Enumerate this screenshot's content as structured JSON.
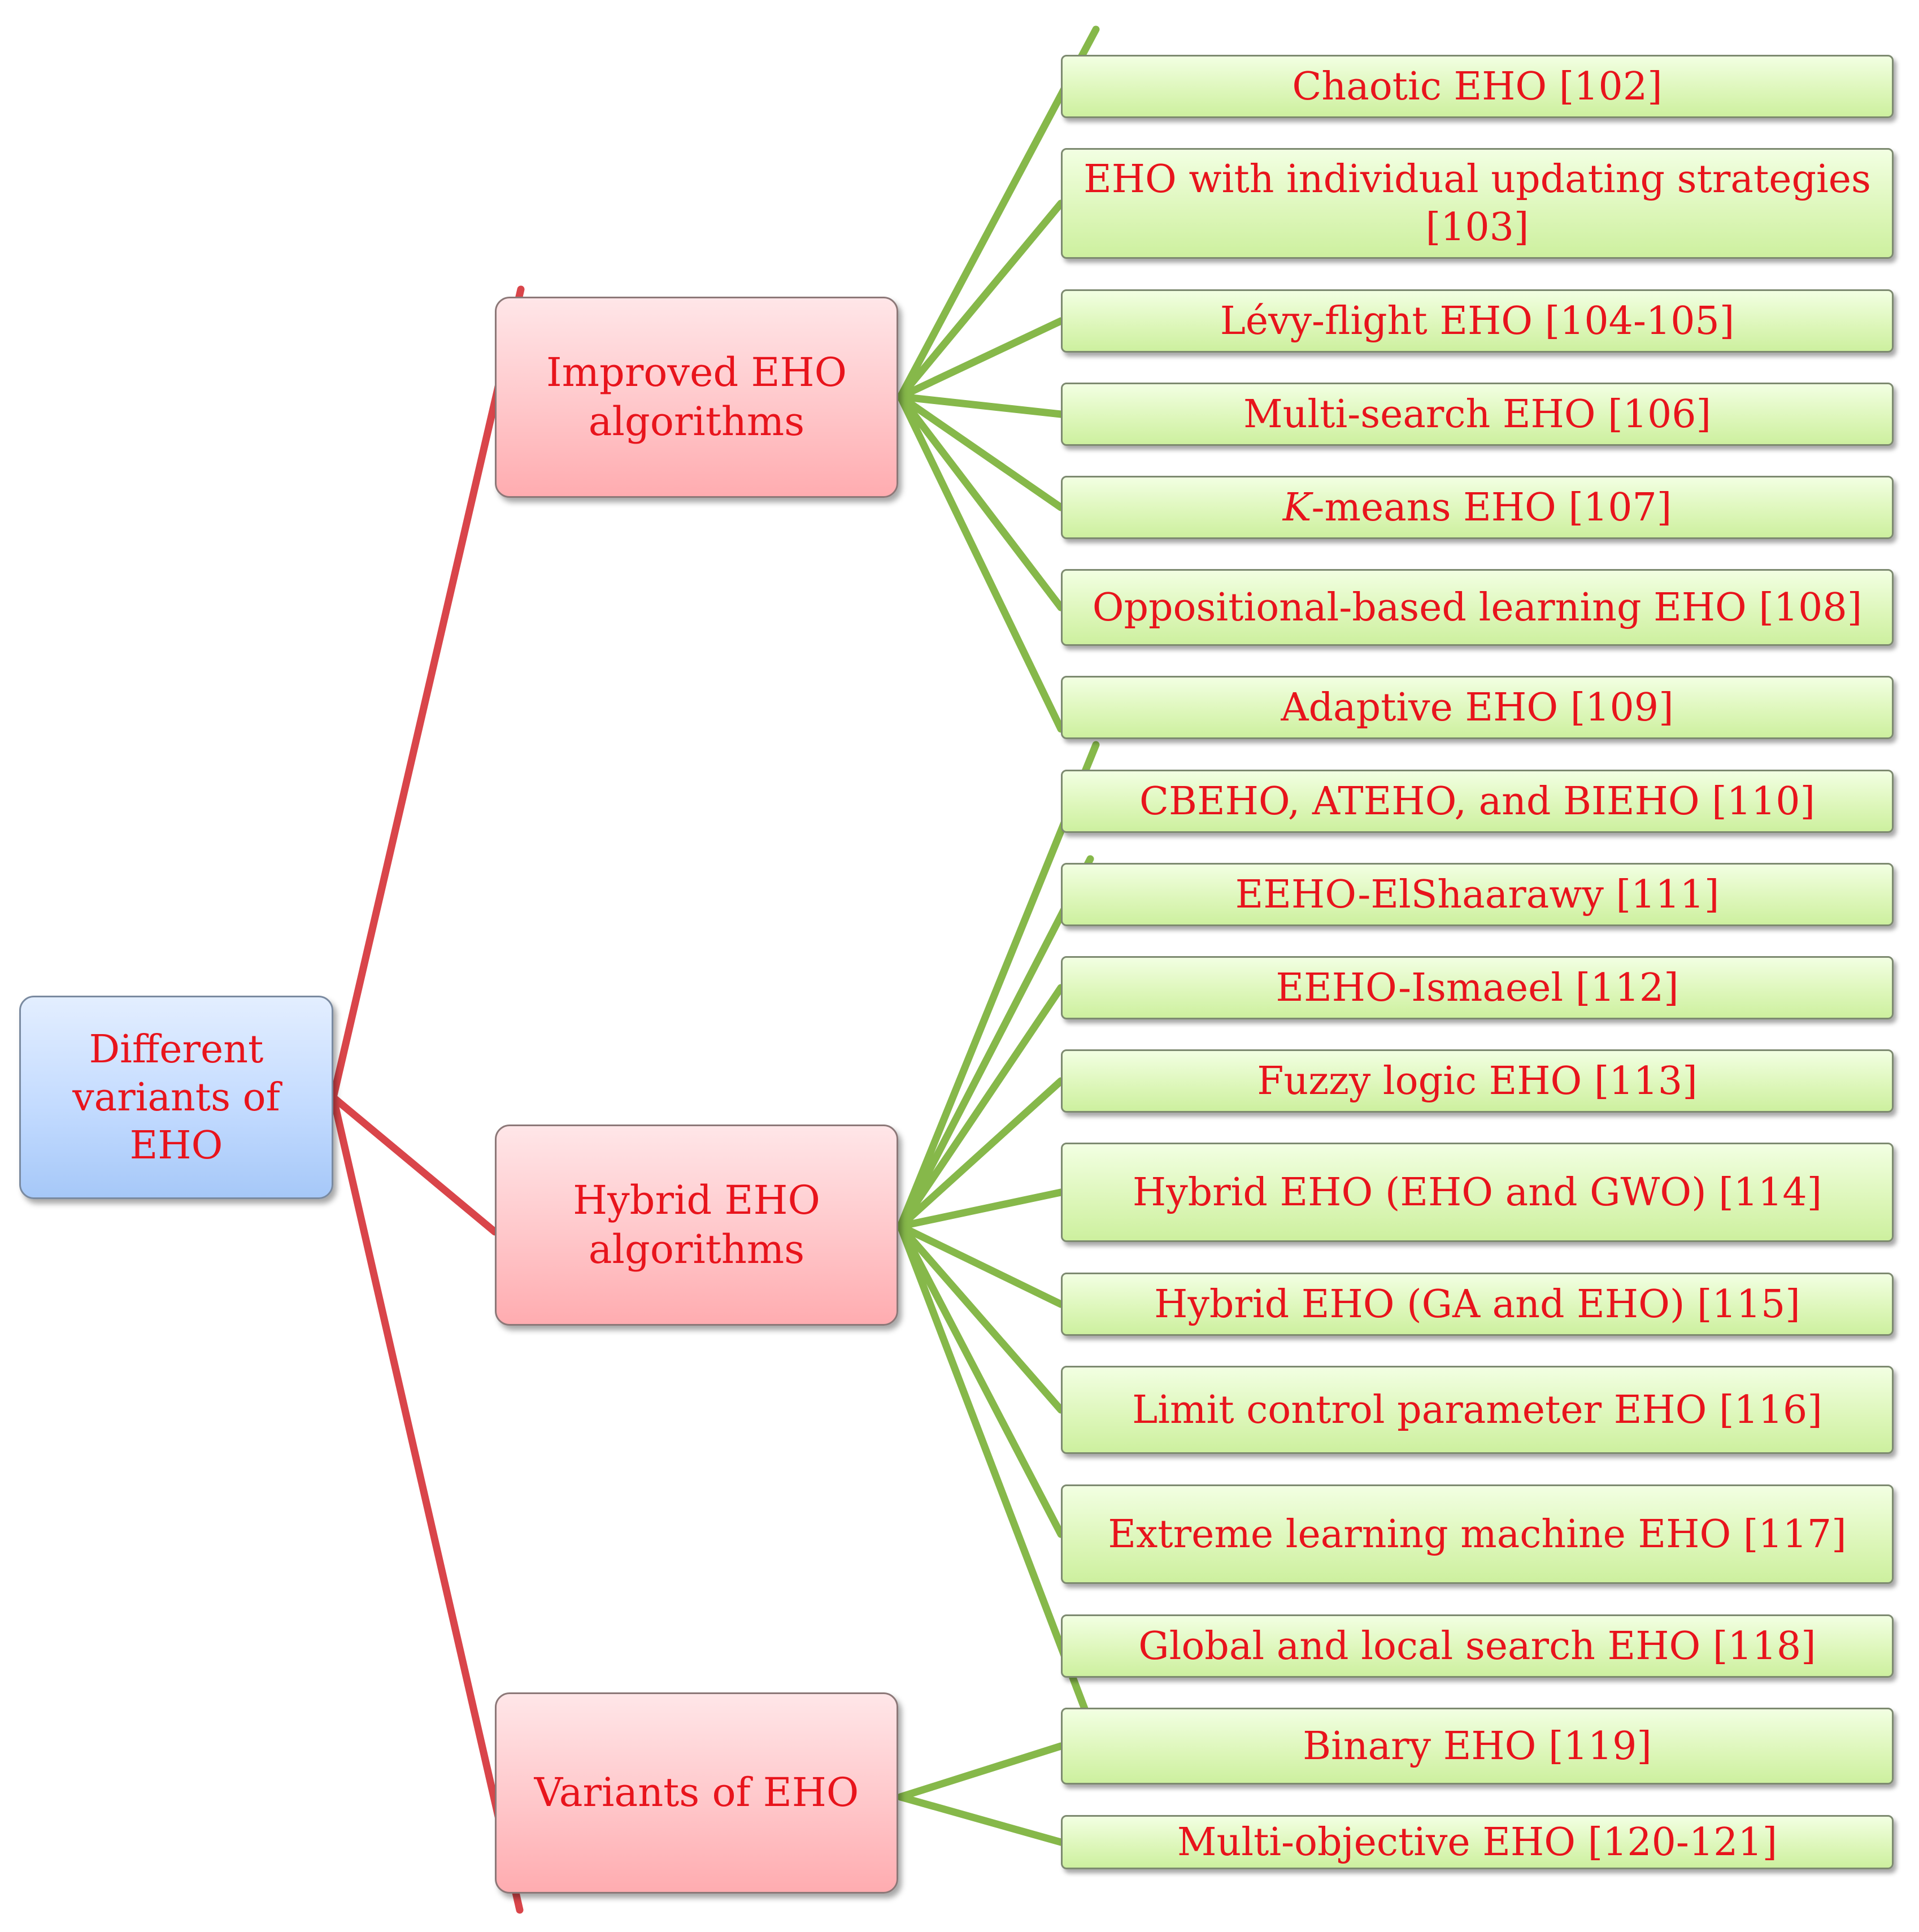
{
  "root": {
    "label_line1": "Different",
    "label_line2": "variants of",
    "label_line3": "EHO"
  },
  "groups": [
    {
      "label_line1": "Improved EHO",
      "label_line2": "algorithms",
      "items": [
        "Chaotic EHO [102]",
        "EHO with individual updating strategies [103]",
        "Lévy-flight EHO [104-105]",
        "Multi-search EHO [106]",
        "K-means EHO [107]",
        "Oppositional-based learning EHO [108]",
        "Adaptive EHO [109]"
      ]
    },
    {
      "label_line1": "Hybrid EHO",
      "label_line2": "algorithms",
      "items": [
        "CBEHO, ATEHO, and BIEHO [110]",
        "EEHO-ElShaarawy [111]",
        "EEHO-Ismaeel [112]",
        "Fuzzy logic EHO [113]",
        "Hybrid EHO (EHO and GWO) [114]",
        "Hybrid EHO (GA and EHO) [115]",
        "Limit control parameter EHO [116]",
        "Extreme learning machine EHO [117]",
        "Global and local search EHO [118]"
      ]
    },
    {
      "label_line1": "Variants of EHO",
      "label_line2": "",
      "items": [
        "Binary EHO [119]",
        "Multi-objective EHO [120-121]"
      ]
    }
  ],
  "special": {
    "leaf_1_line1": "EHO with individual updating strategies",
    "leaf_1_line2": "[103]",
    "leaf_4_italic": "K",
    "leaf_4_rest": "-means EHO [107]"
  },
  "colors": {
    "root_connector": "#d9454a",
    "leaf_connector": "#86b84a",
    "text": "#e8141c"
  }
}
